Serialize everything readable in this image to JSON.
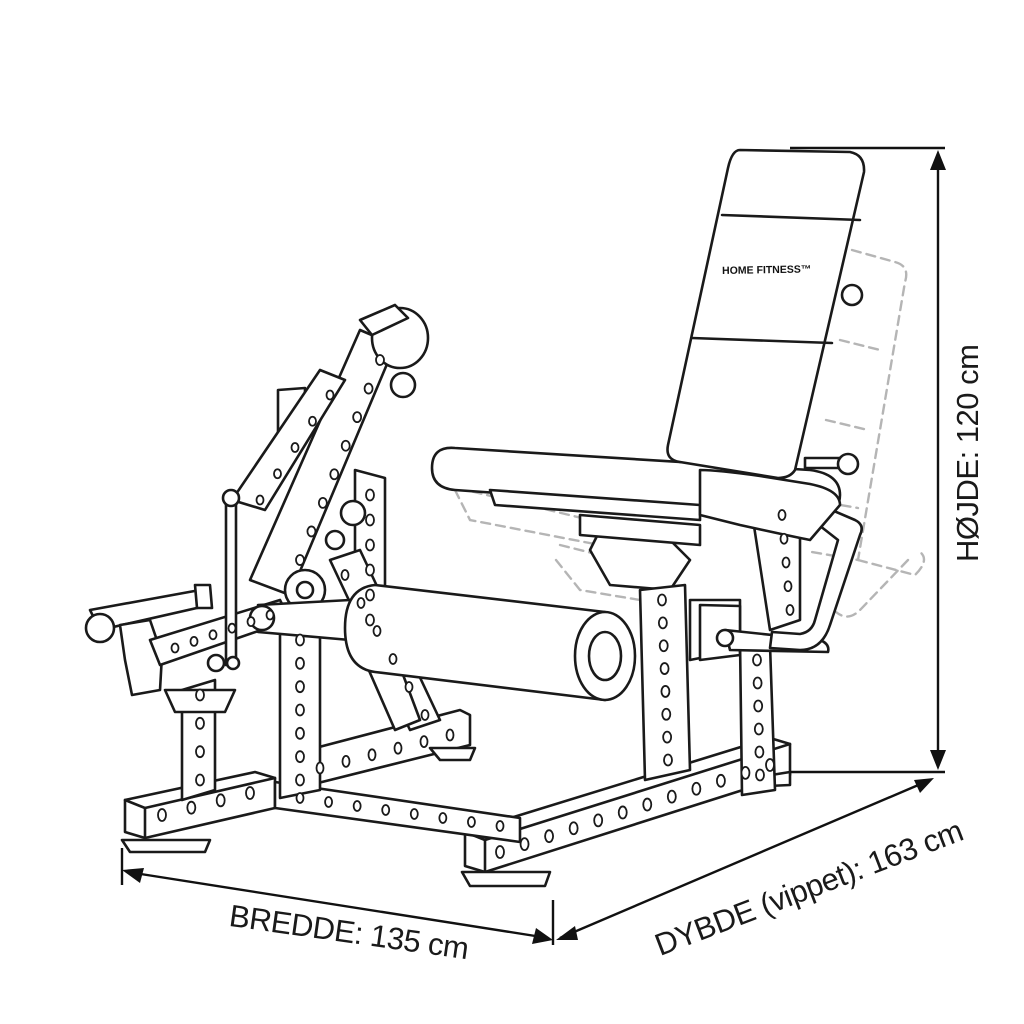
{
  "machine": {
    "brand": "HOME FITNESS™"
  },
  "dimensions": {
    "width_label": "BREDDE: 135 cm",
    "depth_label": "DYBDE (vippet): 163 cm",
    "height_label": "HØJDE: 120 cm"
  }
}
